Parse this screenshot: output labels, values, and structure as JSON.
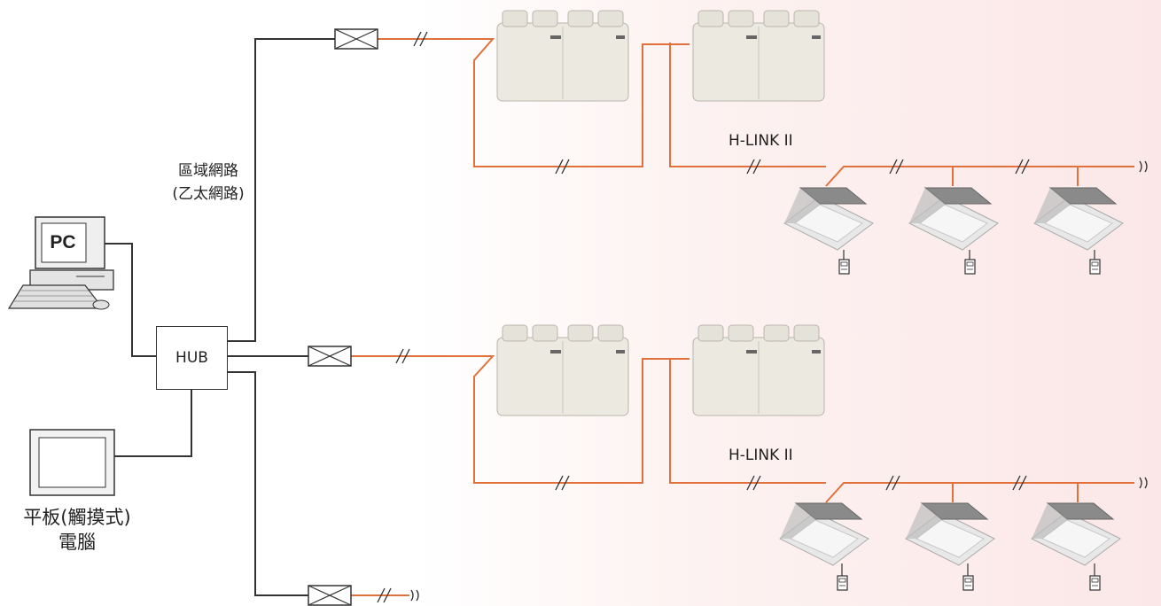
{
  "hub_label": "HUB",
  "pc_label": "PC",
  "lan_label_line1": "區域網路",
  "lan_label_line2": "(乙太網路)",
  "hlink_label_top": "H-LINK II",
  "hlink_label_bottom": "H-LINK II",
  "tablet_label_line1": "平板(觸摸式)",
  "tablet_label_line2": "電腦",
  "colors": {
    "refrigerant_line": "#e2703a",
    "network_line": "#333333",
    "background_tint": "#fbe7e7"
  }
}
